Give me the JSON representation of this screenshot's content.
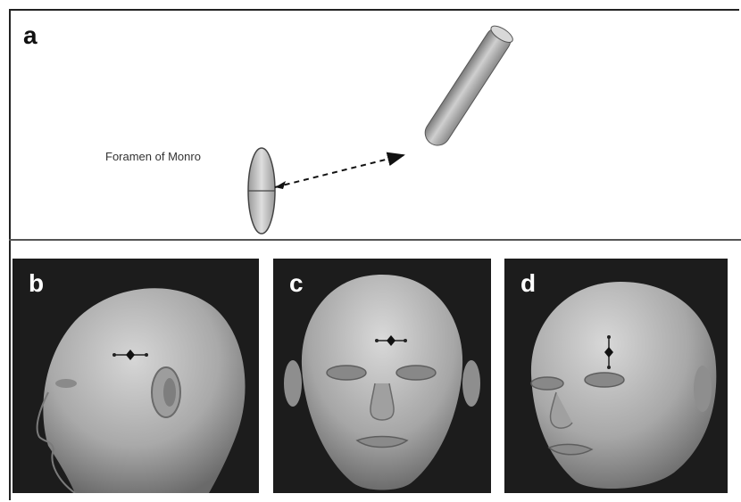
{
  "figure": {
    "panel_a": {
      "letter": "a",
      "label": "Foramen of Monro"
    },
    "panels": [
      {
        "letter": "b",
        "view": "left-lateral head view",
        "marker": "horizontal"
      },
      {
        "letter": "c",
        "view": "frontal head view",
        "marker": "horizontal"
      },
      {
        "letter": "d",
        "view": "oblique head view",
        "marker": "vertical"
      }
    ],
    "colors": {
      "catheter": "#a8a8a8",
      "foramen": "#c8c8c8",
      "photo_background": "#1c1c1c",
      "head_skin": "#b9b9b9"
    }
  }
}
